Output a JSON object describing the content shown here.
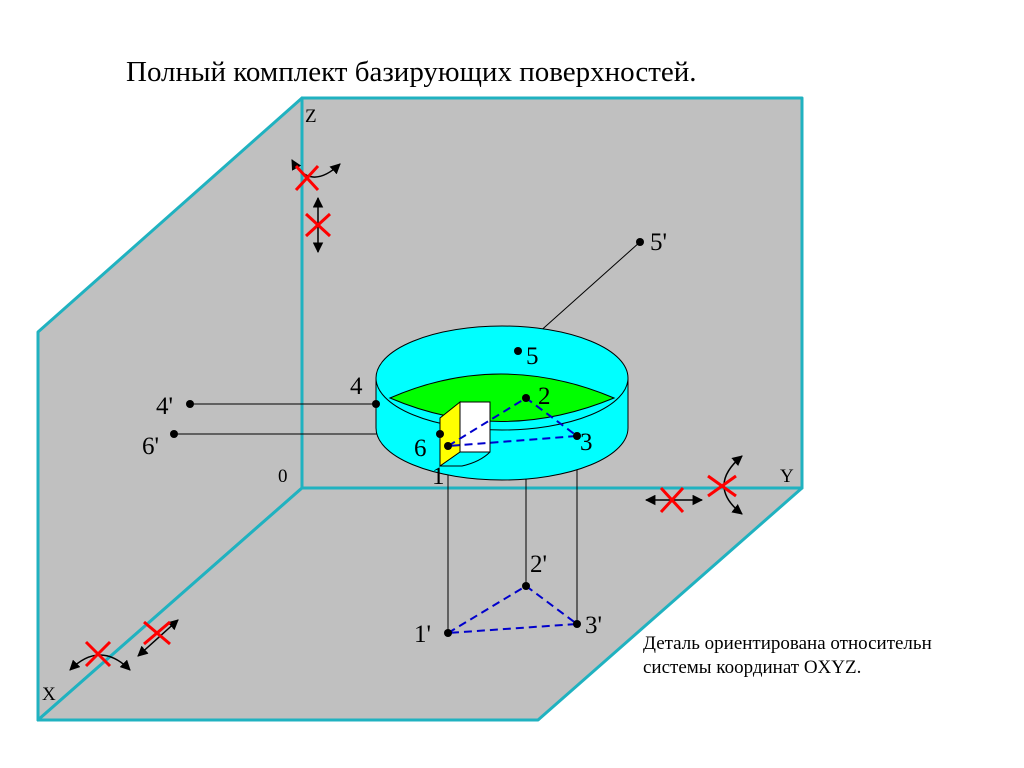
{
  "title": "Полный комплект базирующих поверхностей.",
  "caption": {
    "line1": "Деталь ориентирована относительн",
    "line2": "системы координат OXYZ."
  },
  "axes": {
    "x": "X",
    "y": "Y",
    "z": "Z",
    "origin": "0"
  },
  "points": {
    "p1": "1",
    "p2": "2",
    "p3": "3",
    "p4": "4",
    "p5": "5",
    "p6": "6",
    "p1p": "1'",
    "p2p": "2'",
    "p3p": "3'",
    "p4p": "4'",
    "p5p": "5'",
    "p6p": "6'"
  },
  "colors": {
    "plane_fill": "#c0c0c0",
    "plane_edge": "#20b2c0",
    "cylinder": "#00ffff",
    "inner_face": "#00ff00",
    "notch_face": "#ffff00",
    "base_triangle": "#0000cc",
    "restriction_mark": "#ff0000"
  }
}
